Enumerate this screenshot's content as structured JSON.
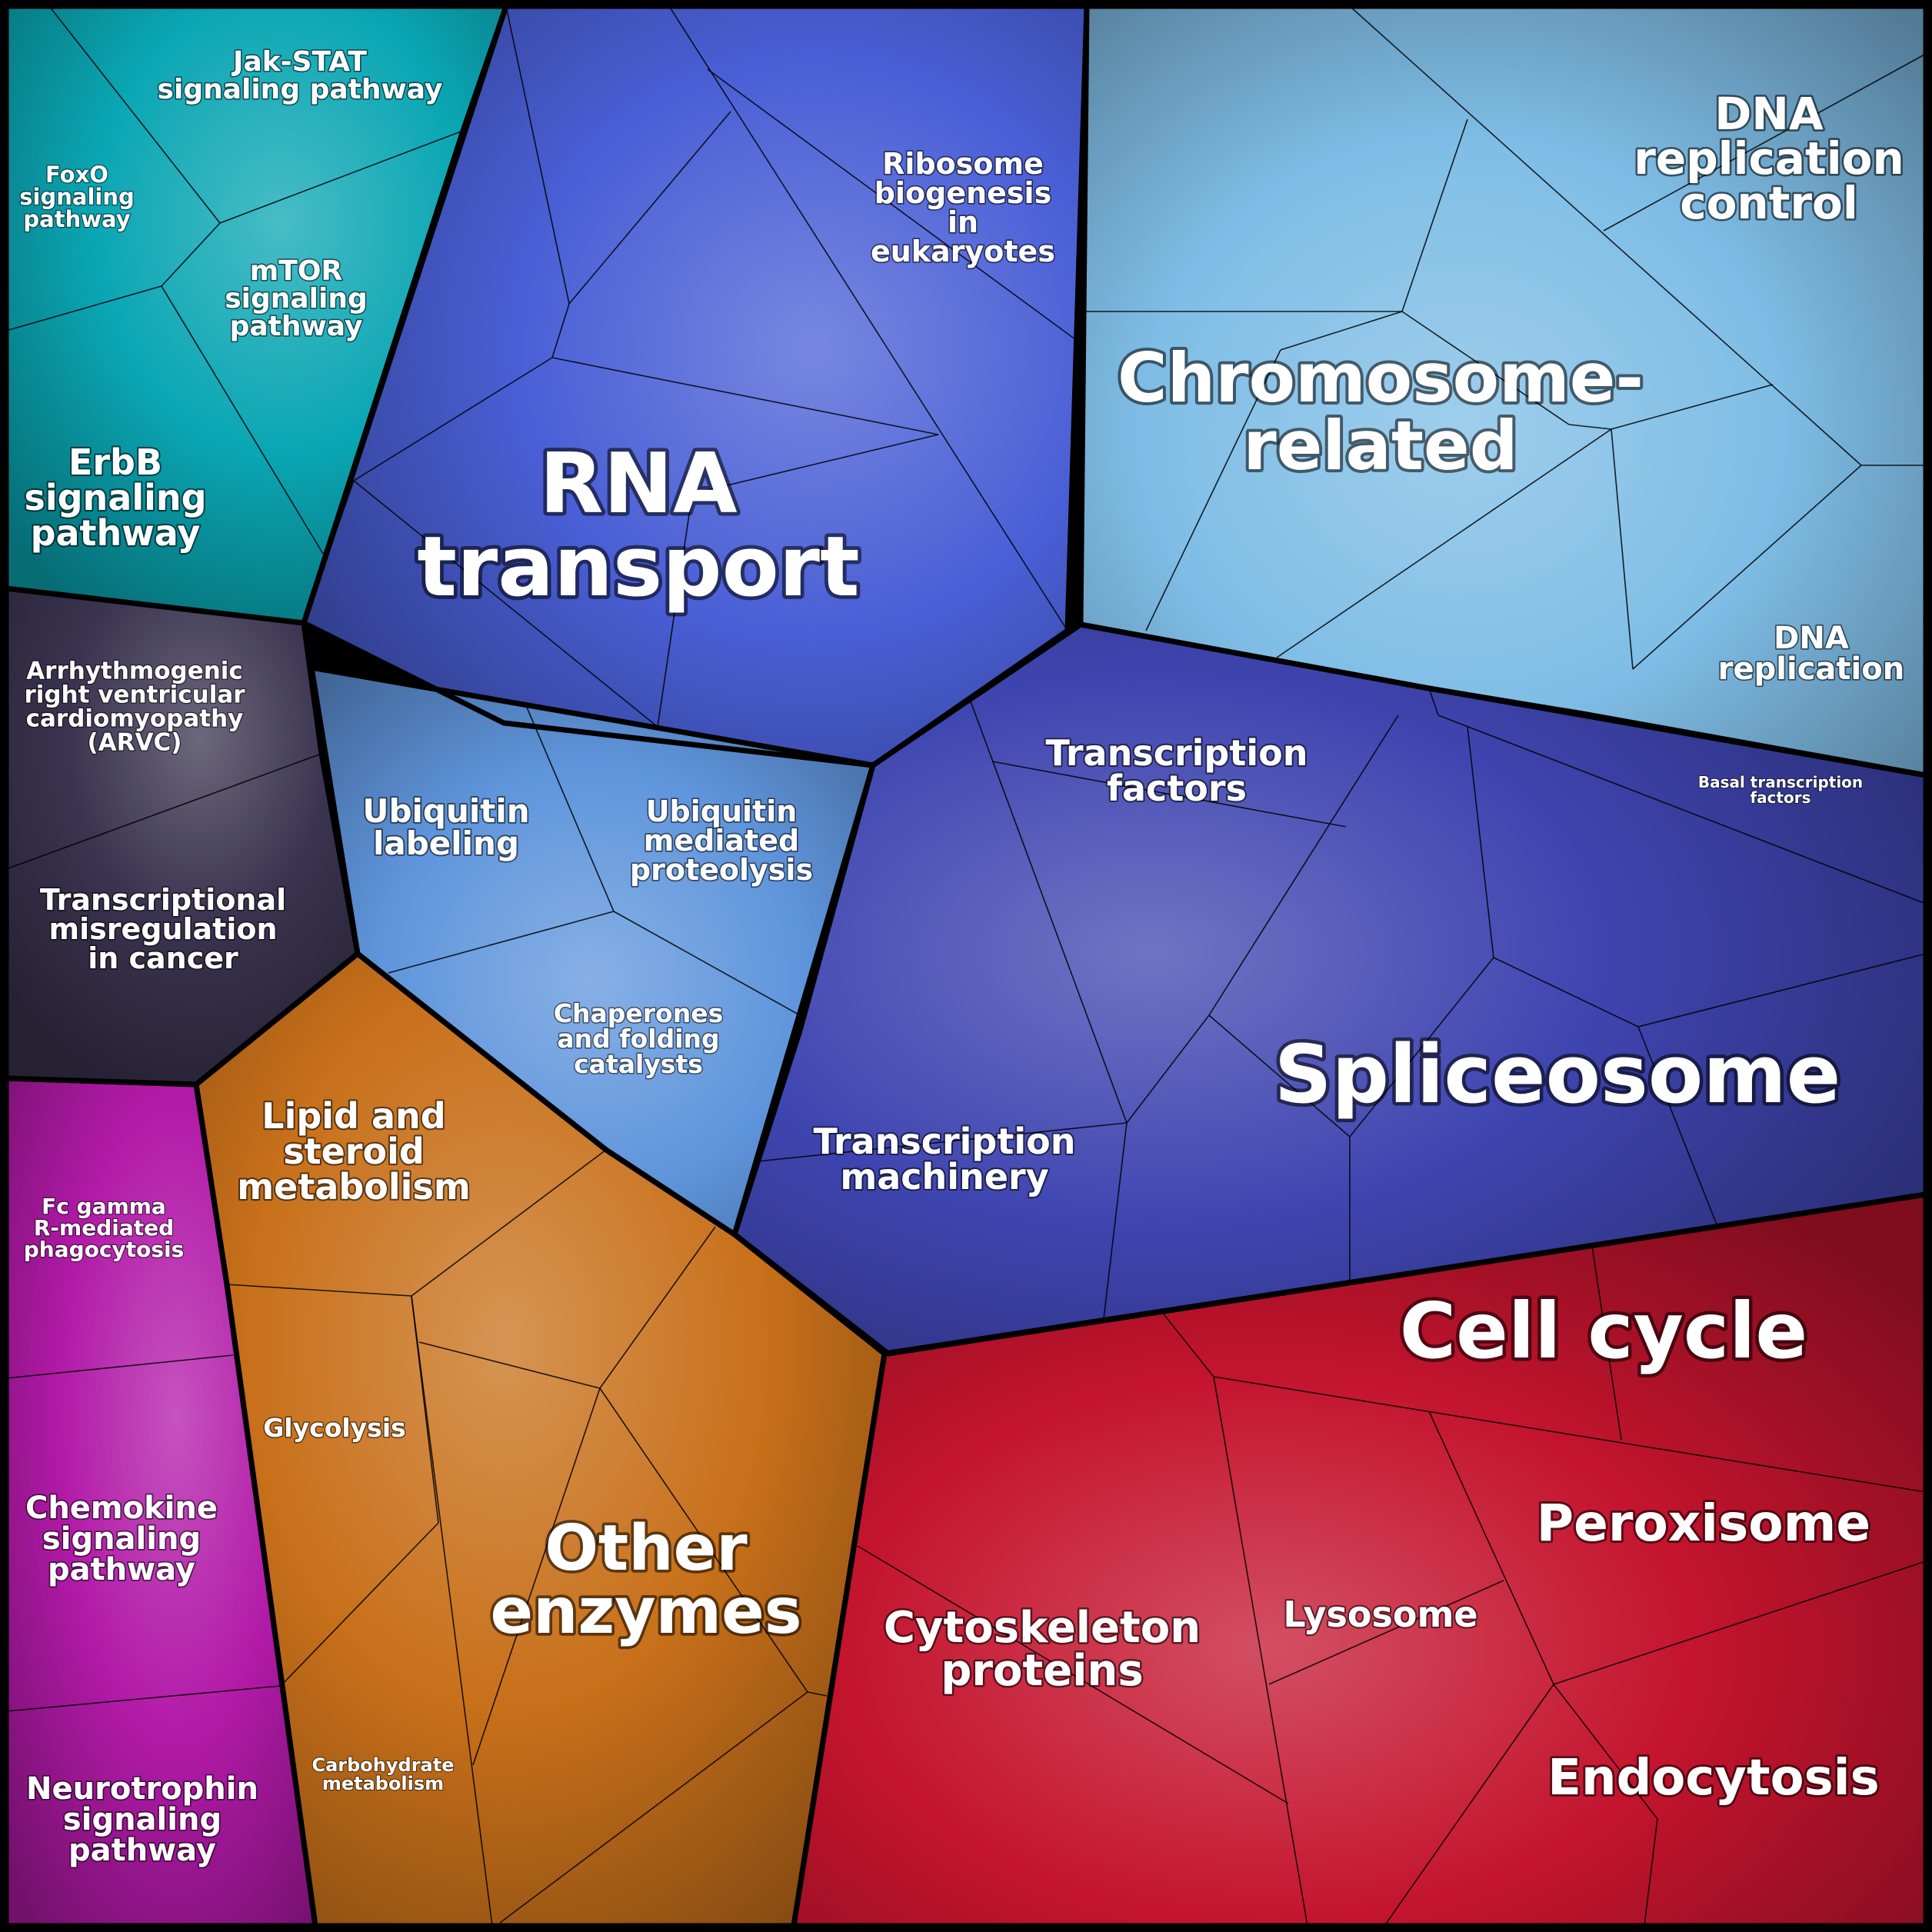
{
  "chart_data": {
    "type": "voronoi-treemap",
    "title": "",
    "groups": [
      {
        "name": "signaling",
        "color": "#0aa6b3",
        "cells": [
          {
            "label": "Jak-STAT\nsignaling pathway"
          },
          {
            "label": "FoxO\nsignaling\npathway"
          },
          {
            "label": "mTOR\nsignaling\npathway"
          },
          {
            "label": "ErbB\nsignaling\npathway"
          }
        ]
      },
      {
        "name": "rna",
        "color": "#4a5fd6",
        "cells": [
          {
            "label": "RNA\ntransport"
          },
          {
            "label": "Ribosome\nbiogenesis\nin\neukaryotes"
          }
        ]
      },
      {
        "name": "chromosome",
        "color": "#7fbde6",
        "cells": [
          {
            "label": "Chromosome-\nrelated"
          },
          {
            "label": "DNA\nreplication\ncontrol"
          },
          {
            "label": "DNA\nreplication"
          }
        ]
      },
      {
        "name": "disease",
        "color": "#3a3450",
        "cells": [
          {
            "label": "Arrhythmogenic\nright ventricular\ncardiomyopathy\n(ARVC)"
          },
          {
            "label": "Transcriptional\nmisregulation\nin cancer"
          }
        ]
      },
      {
        "name": "protein-processing",
        "color": "#5f95dc",
        "cells": [
          {
            "label": "Ubiquitin\nlabeling"
          },
          {
            "label": "Ubiquitin\nmediated\nproteolysis"
          },
          {
            "label": "Chaperones\nand folding\ncatalysts"
          }
        ]
      },
      {
        "name": "transcription",
        "color": "#3f45b0",
        "cells": [
          {
            "label": "Transcription\nfactors"
          },
          {
            "label": "Basal transcription\nfactors"
          },
          {
            "label": "Transcription\nmachinery"
          },
          {
            "label": "Spliceosome"
          }
        ]
      },
      {
        "name": "immune",
        "color": "#b21aa8",
        "cells": [
          {
            "label": "Fc gamma\nR-mediated\nphagocytosis"
          },
          {
            "label": "Chemokine\nsignaling\npathway"
          },
          {
            "label": "Neurotrophin\nsignaling\npathway"
          }
        ]
      },
      {
        "name": "metabolism",
        "color": "#c8701a",
        "cells": [
          {
            "label": "Lipid and\nsteroid\nmetabolism"
          },
          {
            "label": "Glycolysis"
          },
          {
            "label": "Carbohydrate\nmetabolism"
          },
          {
            "label": "Other\nenzymes"
          }
        ]
      },
      {
        "name": "cellular-processes",
        "color": "#c4142e",
        "cells": [
          {
            "label": "Cell cycle"
          },
          {
            "label": "Cytoskeleton\nproteins"
          },
          {
            "label": "Lysosome"
          },
          {
            "label": "Peroxisome"
          },
          {
            "label": "Endocytosis"
          }
        ]
      }
    ]
  }
}
